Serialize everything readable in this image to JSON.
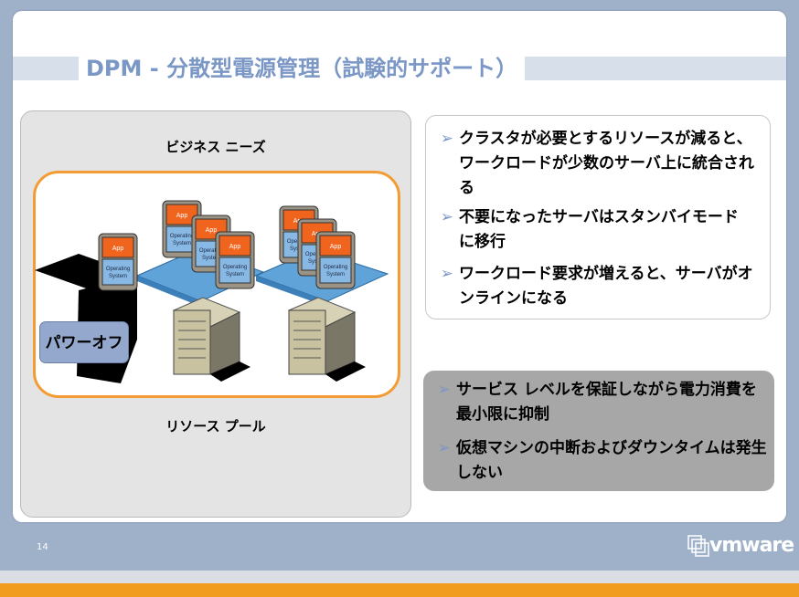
{
  "slide": {
    "title": "DPM - 分散型電源管理（試験的サポート）",
    "page_number": "14"
  },
  "diagram": {
    "business_needs_label": "ビジネス ニーズ",
    "resource_pool_label": "リソース プール",
    "power_off_label": "パワーオフ",
    "vm_app_label": "App",
    "vm_os_label": "Operating System",
    "accent_color": "#f29c33"
  },
  "bullets_top": [
    "クラスタが必要とするリソースが減ると、ワークロードが少数のサーバ上に統合される",
    "不要になったサーバはスタンバイモードに移行",
    "ワークロード要求が増えると、サーバがオンラインになる"
  ],
  "bullets_bottom": [
    "サービス レベルを保証しながら電力消費を最小限に抑制",
    "仮想マシンの中断およびダウンタイムは発生しない"
  ],
  "bullet_arrow": "➢",
  "logo": {
    "text": "vmware",
    "icon": "vmware-logo-icon"
  },
  "colors": {
    "title": "#7b97c6",
    "orange": "#f29c1f",
    "gray_box": "#a7a7a7"
  }
}
